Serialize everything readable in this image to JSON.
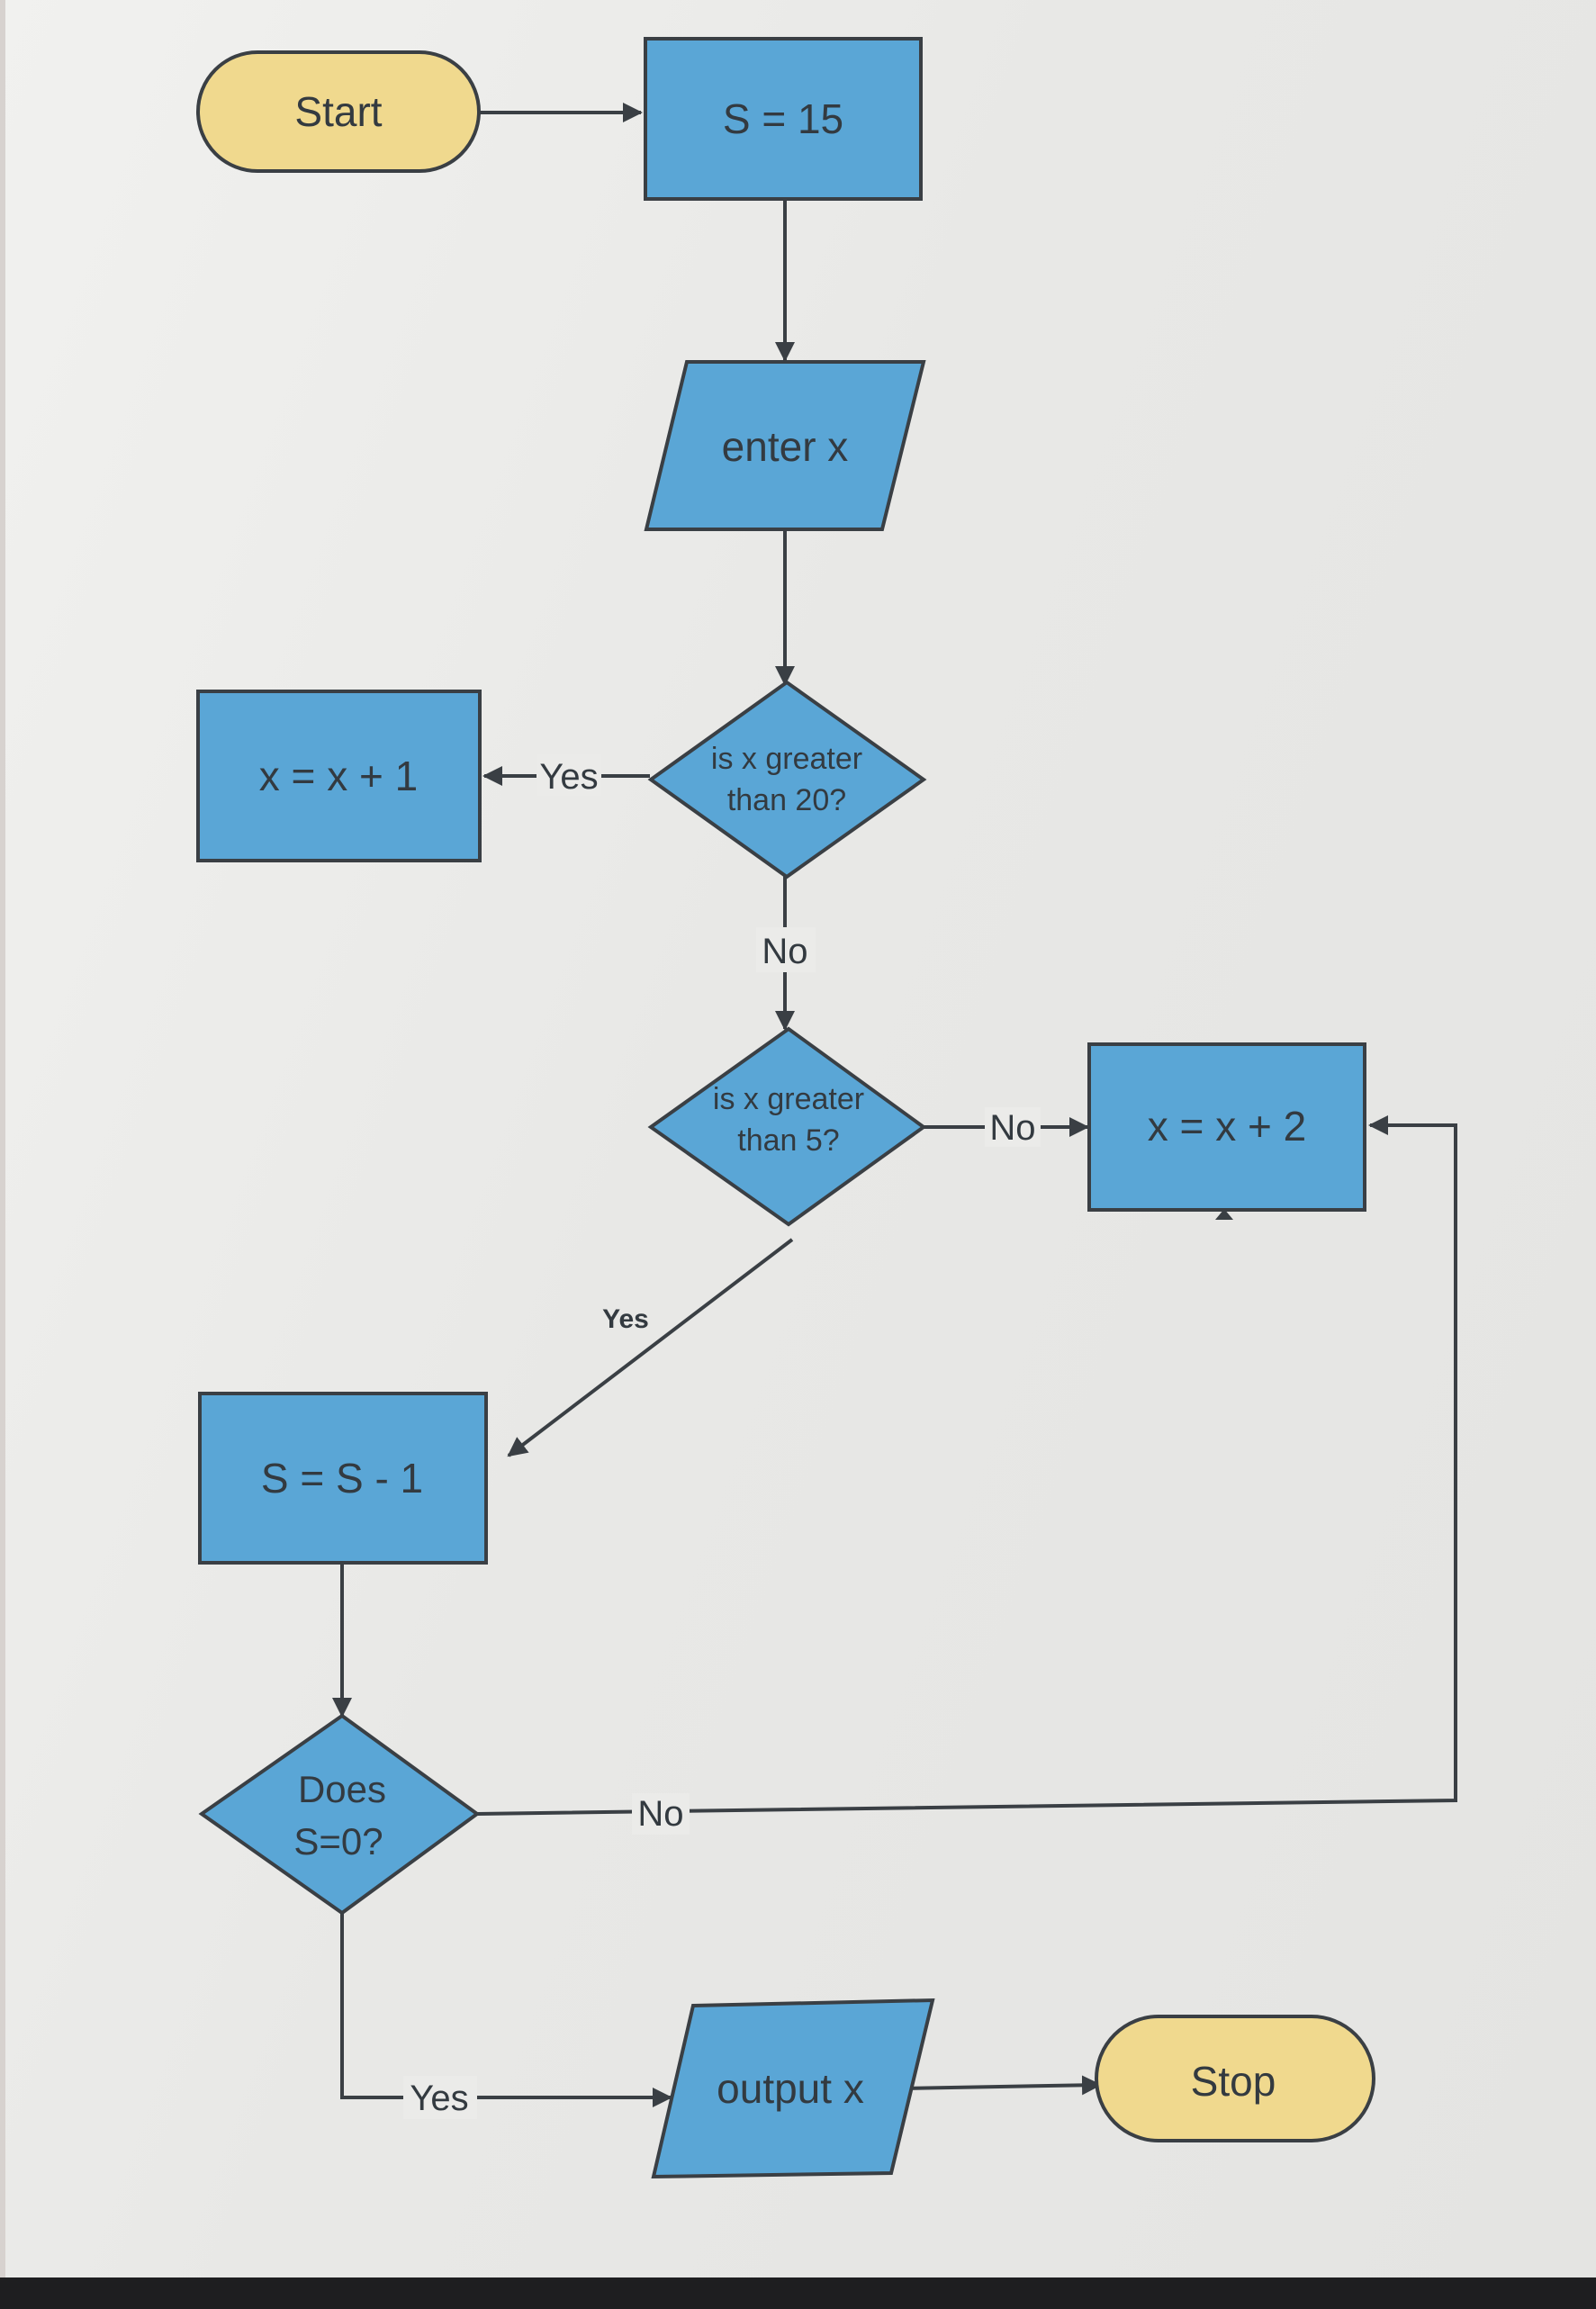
{
  "nodes": {
    "start": "Start",
    "init_s": "S = 15",
    "input_x": "enter x",
    "decision_20_line1": "is x greater",
    "decision_20_line2": "than 20?",
    "inc_x1": "x = x + 1",
    "decision_5_line1": "is x greater",
    "decision_5_line2": "than 5?",
    "inc_x2": "x = x + 2",
    "dec_s": "S = S - 1",
    "decision_s0_line1": "Does",
    "decision_s0_line2": "S=0?",
    "output_x": "output x",
    "stop": "Stop"
  },
  "edge_labels": {
    "d20_yes": "Yes",
    "d20_no": "No",
    "d5_no": "No",
    "d5_yes": "Yes",
    "s0_no": "No",
    "s0_yes": "Yes"
  },
  "colors": {
    "process_fill": "#5aa6d6",
    "terminal_fill": "#f0d98e",
    "outline": "#3a3f44"
  }
}
